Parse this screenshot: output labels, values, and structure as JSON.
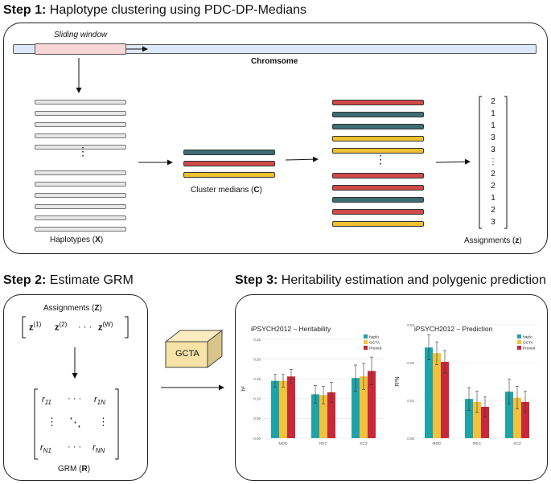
{
  "step1": {
    "title_bold": "Step 1:",
    "title_rest": " Haplotype clustering using PDC-DP-Medians",
    "sliding_window": "Sliding window",
    "chromosome": "Chromsome",
    "haplotypes_label": "Haplotypes (",
    "haplotypes_sym": "X",
    "cluster_label": "Cluster medians (",
    "cluster_sym": "C",
    "assign_label": "Assignments (",
    "assign_sym": "z",
    "close_paren": ")",
    "dots": "⋮",
    "assignments": [
      "2",
      "1",
      "1",
      "3",
      "3",
      "⋮",
      "2",
      "2",
      "1",
      "2",
      "3"
    ],
    "colors": {
      "teal": "#3c6e73",
      "red": "#d04a4a",
      "yellow": "#f0c12e",
      "blue_fill": "#dce8f7",
      "pink_fill": "#f9d6d6"
    }
  },
  "step2": {
    "title_bold": "Step 2:",
    "title_rest": " Estimate GRM",
    "assign_label": "Assignments (",
    "assign_sym": "Z",
    "close_paren": ")",
    "z1": "z",
    "z1_sup": "(1)",
    "z2": "z",
    "z2_sup": "(2)",
    "zdots": "· · ·",
    "zw": "z",
    "zw_sup": "(W)",
    "r11": "r",
    "r11_sub": "11",
    "r1n": "r",
    "r1n_sub": "1N",
    "rn1": "r",
    "rn1_sub": "N1",
    "rnn": "r",
    "rnn_sub": "NN",
    "hdots": "· · ·",
    "vdots": "⋮",
    "ddots": "⋱",
    "grm_label": "GRM (",
    "grm_sym": "R",
    "gcta": "GCTA"
  },
  "step3": {
    "title_bold": "Step 3:",
    "title_rest": " Heritability estimation and polygenic prediction"
  },
  "chart_data": [
    {
      "type": "bar",
      "title": "iPSYCH2012 – Heritability",
      "ylabel": "h²",
      "categories": [
        "MDD",
        "REC",
        "SCZ"
      ],
      "ylim": [
        0,
        0.25
      ],
      "yticks": [
        "0.00",
        "0.05",
        "0.10",
        "0.15",
        "0.20",
        "0.25"
      ],
      "series": [
        {
          "name": "haplo",
          "color": "#1fa3ab",
          "values": [
            0.145,
            0.111,
            0.152
          ],
          "err": [
            0.016,
            0.022,
            0.033
          ]
        },
        {
          "name": "GCTA",
          "color": "#f2c23a",
          "values": [
            0.145,
            0.109,
            0.156
          ],
          "err": [
            0.016,
            0.022,
            0.033
          ]
        },
        {
          "name": "Pruned",
          "color": "#c9283a",
          "values": [
            0.156,
            0.116,
            0.17
          ],
          "err": [
            0.018,
            0.025,
            0.035
          ]
        }
      ]
    },
    {
      "type": "bar",
      "title": "iPSYCH2012 – Prediction",
      "ylabel": "R²N",
      "categories": [
        "MDD",
        "REC",
        "SCZ"
      ],
      "ylim": [
        0,
        0.03
      ],
      "yticks": [
        "0.00",
        "0.01",
        "0.02",
        "0.03"
      ],
      "series": [
        {
          "name": "haplo",
          "color": "#1fa3ab",
          "values": [
            0.024,
            0.0104,
            0.0123
          ],
          "err": [
            0.0033,
            0.003,
            0.0033
          ]
        },
        {
          "name": "GCTA",
          "color": "#f2c23a",
          "values": [
            0.0225,
            0.0096,
            0.0107
          ],
          "err": [
            0.003,
            0.0028,
            0.003
          ]
        },
        {
          "name": "Pruned",
          "color": "#c9283a",
          "values": [
            0.0202,
            0.0083,
            0.0096
          ],
          "err": [
            0.003,
            0.0026,
            0.0028
          ]
        }
      ]
    }
  ]
}
